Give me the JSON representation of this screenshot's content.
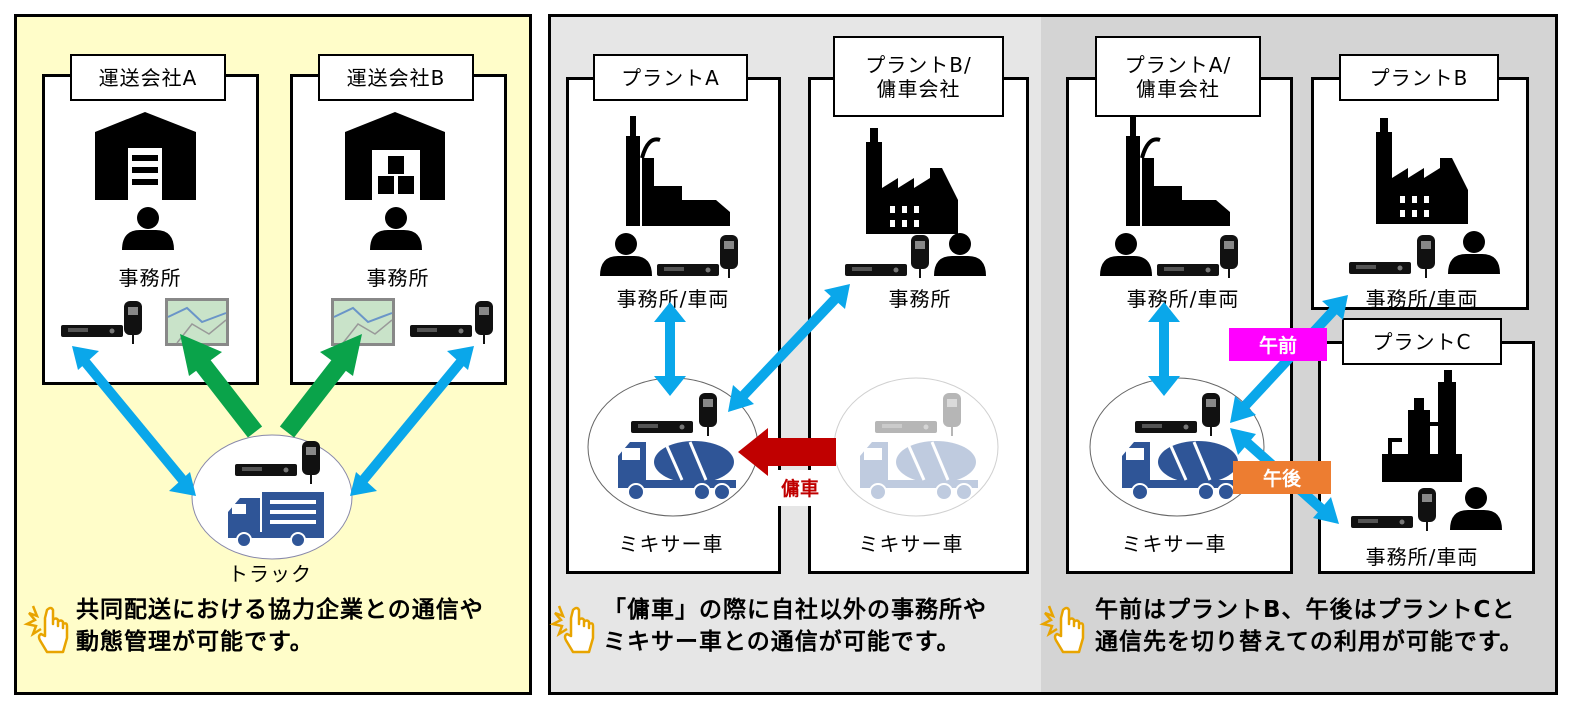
{
  "left": {
    "company_a": "運送会社A",
    "company_b": "運送会社B",
    "office_a": "事務所",
    "office_b": "事務所",
    "truck": "トラック",
    "caption_line1": "共同配送における協力企業との通信や",
    "caption_line2": "動態管理が可能です。"
  },
  "middle": {
    "plant_a": "プラントA",
    "plant_b_line1": "プラントB/",
    "plant_b_line2": "傭車会社",
    "office_vehicle": "事務所/車両",
    "office": "事務所",
    "mixer_1": "ミキサー車",
    "mixer_2": "ミキサー車",
    "charter_tag": "傭車",
    "caption_line1": "「傭車」の際に自社以外の事務所や",
    "caption_line2": "ミキサー車との通信が可能です。"
  },
  "right": {
    "plant_a_line1": "プラントA/",
    "plant_a_line2": "傭車会社",
    "plant_b": "プラントB",
    "plant_c": "プラントC",
    "office_vehicle_a": "事務所/車両",
    "office_vehicle_b": "事務所/車両",
    "office_vehicle_c": "事務所/車両",
    "mixer": "ミキサー車",
    "am_tag": "午前",
    "pm_tag": "午後",
    "caption_line1": "午前はプラントB、午後はプラントCと",
    "caption_line2": "通信先を切り替えての利用が可能です。"
  },
  "colors": {
    "left_bg": "#fffdc9",
    "mid_bg": "#e6e6e6",
    "right_bg": "#d4d4d4",
    "blue_arrow": "#0aa7ea",
    "green_arrow": "#0aa34a",
    "charter_red": "#c00000",
    "am_magenta": "#ff00ff",
    "pm_orange": "#ed7d31",
    "truck_blue": "#2f5597"
  },
  "icons": [
    "warehouse-icon",
    "person-icon",
    "radio-unit-icon",
    "handheld-mic-icon",
    "map-screen-icon",
    "truck-icon",
    "factory-icon",
    "mixer-truck-icon",
    "refinery-icon",
    "tap-hand-icon"
  ]
}
